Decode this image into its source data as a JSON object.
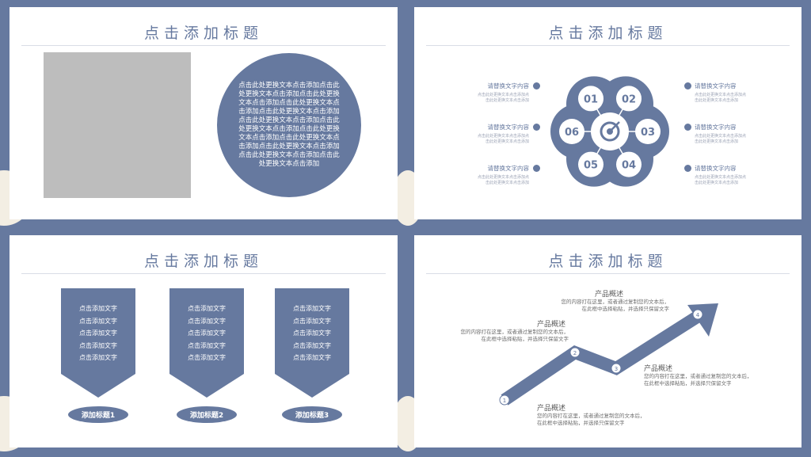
{
  "colors": {
    "primary": "#66799f",
    "bg": "#66799f",
    "slide": "#ffffff",
    "placeholder": "#bdbdbd"
  },
  "slide1": {
    "title": "点击添加标题",
    "circle_text": "点击此处更换文本点击添加点击此处更换文本点击添加点击此处更换文本点击添加点击此处更换文本点击添加点击此处更换文本点击添加点击此处更换文本点击添加点击此处更换文本点击添加点击此处更换文本点击添加点击此处更换文本点击添加点击此处更换文本点击添加点击此处更换文本点击添加点击此处更换文本点击添加"
  },
  "slide2": {
    "title": "点击添加标题",
    "center_icon": "target-icon",
    "petals": [
      "01",
      "02",
      "03",
      "04",
      "05",
      "06"
    ],
    "items_left": [
      {
        "title": "请替换文字内容",
        "sub1": "点击此处更换文本点击添加点",
        "sub2": "击此处更换文本点击添加"
      },
      {
        "title": "请替换文字内容",
        "sub1": "点击此处更换文本点击添加点",
        "sub2": "击此处更换文本点击添加"
      },
      {
        "title": "请替换文字内容",
        "sub1": "点击此处更换文本点击添加点",
        "sub2": "击此处更换文本点击添加"
      }
    ],
    "items_right": [
      {
        "title": "请替换文字内容",
        "sub1": "点击此处更换文本点击添加点",
        "sub2": "击此处更换文本点击添加"
      },
      {
        "title": "请替换文字内容",
        "sub1": "点击此处更换文本点击添加点",
        "sub2": "击此处更换文本点击添加"
      },
      {
        "title": "请替换文字内容",
        "sub1": "点击此处更换文本点击添加点",
        "sub2": "击此处更换文本点击添加"
      }
    ]
  },
  "slide3": {
    "title": "点击添加标题",
    "cards": [
      {
        "lines": [
          "点击添加文字",
          "点击添加文字",
          "点击添加文字",
          "点击添加文字",
          "点击添加文字"
        ],
        "label": "添加标题1"
      },
      {
        "lines": [
          "点击添加文字",
          "点击添加文字",
          "点击添加文字",
          "点击添加文字",
          "点击添加文字"
        ],
        "label": "添加标题2"
      },
      {
        "lines": [
          "点击添加文字",
          "点击添加文字",
          "点击添加文字",
          "点击添加文字",
          "点击添加文字"
        ],
        "label": "添加标题3"
      }
    ]
  },
  "slide4": {
    "title": "点击添加标题",
    "markers": [
      "1",
      "2",
      "3",
      "4"
    ],
    "products": [
      {
        "title": "产品概述",
        "line1": "您的内容打在这里，或者通过复制您的文本后，",
        "line2": "在此框中选择粘贴，并选择只保留文字"
      },
      {
        "title": "产品概述",
        "line1": "您的内容打在这里，或者通过复制您的文本后，",
        "line2": "在此框中选择粘贴，并选择只保留文字"
      },
      {
        "title": "产品概述",
        "line1": "您的内容打在这里，或者通过复制您的文本后，",
        "line2": "在此框中选择粘贴，并选择只保留文字"
      },
      {
        "title": "产品概述",
        "line1": "您的内容打在这里，或者通过复制您的文本后，",
        "line2": "在此框中选择粘贴，并选择只保留文字"
      }
    ]
  }
}
